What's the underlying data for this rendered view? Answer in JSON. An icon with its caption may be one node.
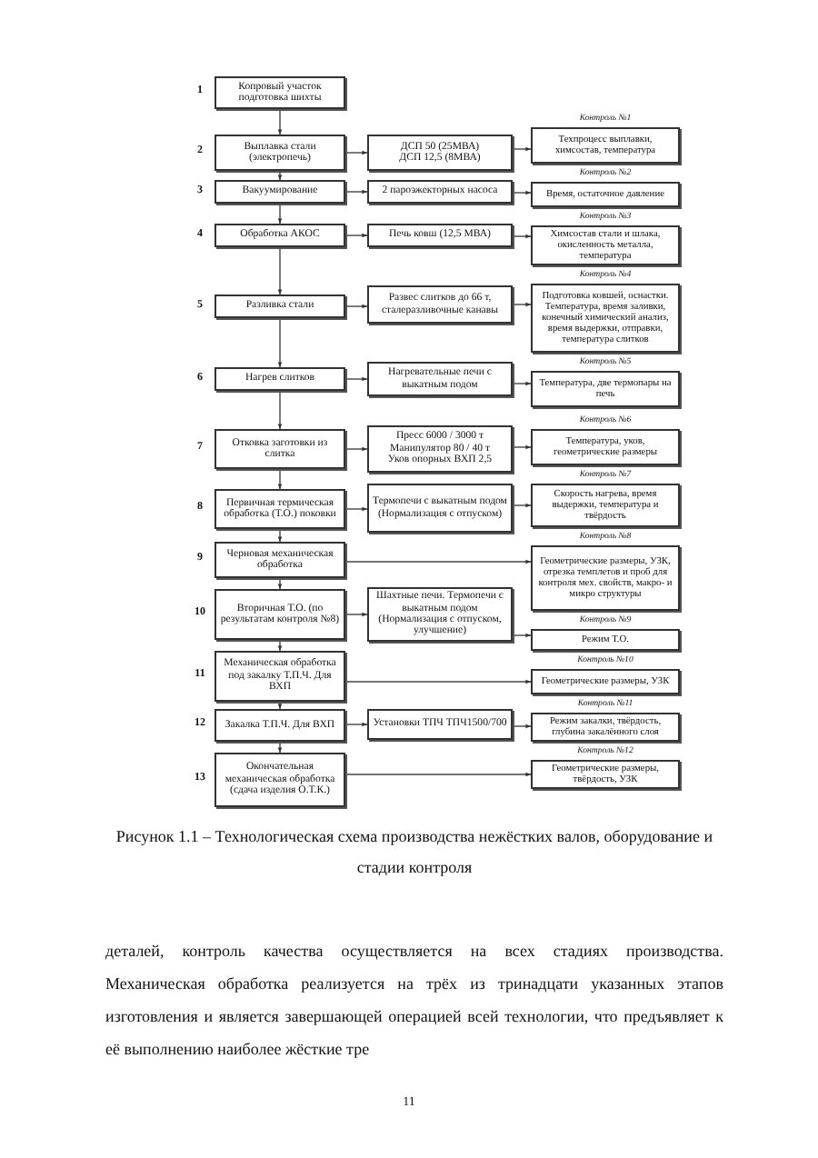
{
  "diagram": {
    "caption": "Рисунок 1.1 – Технологическая схема производства нежёстких валов, оборудование и стадии контроля",
    "nodes": [
      {
        "text": [
          "Копровый участок подготовка шихты"
        ],
        "beside": [
          "1"
        ]
      },
      {
        "text": [
          "Выплавка стали (электропечь)"
        ],
        "beside": [
          "2"
        ]
      },
      {
        "text": [
          "ДСП 50 (25МВА)",
          "ДСП 12,5 (8МВА)"
        ]
      },
      {
        "text": [
          "Техпроцесс выплавки, химсостав, температура"
        ],
        "beside": [
          "Контроль №1"
        ]
      },
      {
        "text": [
          "Вакуумирование"
        ],
        "beside": [
          "3"
        ]
      },
      {
        "text": [
          "2 пароэжекторных насоса"
        ]
      },
      {
        "text": [
          "Время, остаточное давление"
        ],
        "beside": [
          "Контроль №2"
        ]
      },
      {
        "text": [
          "Обработка АКОС"
        ],
        "beside": [
          "4"
        ]
      },
      {
        "text": [
          "Печь ковш (12,5 МВА)"
        ]
      },
      {
        "text": [
          "Химсостав стали и шлака, окисленность металла, температура"
        ],
        "beside": [
          "Контроль №3"
        ]
      },
      {
        "text": [
          "Разливка стали"
        ],
        "beside": [
          "5"
        ]
      },
      {
        "text": [
          "Развес слитков до 66 т, сталеразливочные канавы"
        ]
      },
      {
        "text": [
          "Подготовка ковшей, оснастки. Температура, время заливки, конечный химический анализ, время выдержки, отправки, температура слитков"
        ],
        "beside": [
          "Контроль №4"
        ]
      },
      {
        "text": [
          "Нагрев слитков"
        ],
        "beside": [
          "6"
        ]
      },
      {
        "text": [
          "Нагревательные печи с выкатным подом"
        ]
      },
      {
        "text": [
          "Температура, две термопары на печь"
        ],
        "beside": [
          "Контроль №5"
        ]
      },
      {
        "text": [
          "Отковка заготовки из слитка"
        ],
        "beside": [
          "7"
        ]
      },
      {
        "text": [
          "Пресс 6000 / 3000 т",
          "Манипулятор 80 / 40 т",
          "Уков опорных ВХП 2,5"
        ]
      },
      {
        "text": [
          "Температура, уков, геометрические размеры"
        ],
        "beside": [
          "Контроль №6"
        ]
      },
      {
        "text": [
          "Первичная термическая обработка (Т.О.) поковки"
        ],
        "beside": [
          "8"
        ]
      },
      {
        "text": [
          "Термопечи с выкатным подом",
          "(Нормализация с отпуском)"
        ]
      },
      {
        "text": [
          "Скорость нагрева, время выдержки, температура и твёрдость"
        ],
        "beside": [
          "Контроль №7"
        ]
      },
      {
        "text": [
          "Черновая механическая обработка"
        ],
        "beside": [
          "9"
        ]
      },
      {
        "text": [
          "Геометрические размеры, УЗК, отрезка темплетов и проб для контроля мех. свойств, макро- и микро структуры"
        ],
        "beside": [
          "Контроль №8"
        ]
      },
      {
        "text": [
          "Вторичная Т.О. (по результатам контроля №8)"
        ],
        "beside": [
          "10"
        ]
      },
      {
        "text": [
          "Шахтные печи. Термопечи с выкатным подом (Нормализация с отпуском, улучшение)"
        ]
      },
      {
        "text": [
          "Режим Т.О."
        ],
        "beside": [
          "Контроль №9"
        ]
      },
      {
        "text": [
          "Механическая обработка под закалку Т.П.Ч. Для ВХП"
        ],
        "beside": [
          "11"
        ]
      },
      {
        "text": [
          "Геометрические размеры, УЗК"
        ],
        "beside": [
          "Контроль №10"
        ]
      },
      {
        "text": [
          "Закалка Т.П.Ч. Для ВХП"
        ],
        "beside": [
          "12"
        ]
      },
      {
        "text": [
          "Установки ТПЧ ТПЧ1500/700"
        ]
      },
      {
        "text": [
          "Режим закалки, твёрдость, глубина закалённого слоя"
        ],
        "beside": [
          "Контроль №11"
        ]
      },
      {
        "text": [
          "Окончательная механическая обработка (сдача изделия О.Т.К.)"
        ],
        "beside": [
          "13"
        ]
      },
      {
        "text": [
          "Геометрические размеры, твёрдость, УЗК"
        ],
        "beside": [
          "Контроль №12"
        ]
      }
    ],
    "edges": [
      {
        "from": 0,
        "to": 1,
        "arrow": "to"
      },
      {
        "from": 1,
        "to": 2,
        "arrow": "to"
      },
      {
        "from": 2,
        "to": 3,
        "arrow": "to"
      },
      {
        "from": 1,
        "to": 4,
        "arrow": "to"
      },
      {
        "from": 4,
        "to": 5,
        "arrow": "to"
      },
      {
        "from": 5,
        "to": 6,
        "arrow": "to"
      },
      {
        "from": 4,
        "to": 7,
        "arrow": "to"
      },
      {
        "from": 7,
        "to": 8,
        "arrow": "to"
      },
      {
        "from": 8,
        "to": 9,
        "arrow": "to"
      },
      {
        "from": 7,
        "to": 10,
        "arrow": "to"
      },
      {
        "from": 10,
        "to": 11,
        "arrow": "to"
      },
      {
        "from": 11,
        "to": 12,
        "arrow": "to"
      },
      {
        "from": 10,
        "to": 13,
        "arrow": "to"
      },
      {
        "from": 13,
        "to": 14,
        "arrow": "to"
      },
      {
        "from": 14,
        "to": 15,
        "arrow": "to"
      },
      {
        "from": 13,
        "to": 16,
        "arrow": "to"
      },
      {
        "from": 16,
        "to": 17,
        "arrow": "to"
      },
      {
        "from": 17,
        "to": 18,
        "arrow": "to"
      },
      {
        "from": 16,
        "to": 19,
        "arrow": "to"
      },
      {
        "from": 19,
        "to": 20,
        "arrow": "to"
      },
      {
        "from": 20,
        "to": 21,
        "arrow": "to"
      },
      {
        "from": 19,
        "to": 22,
        "arrow": "to"
      },
      {
        "from": 22,
        "to": 23,
        "arrow": "to"
      },
      {
        "from": 22,
        "to": 24,
        "arrow": "to"
      },
      {
        "from": 24,
        "to": 25,
        "arrow": "to"
      },
      {
        "from": 25,
        "to": 26,
        "arrow": "to"
      },
      {
        "from": 24,
        "to": 27,
        "arrow": "to"
      },
      {
        "from": 27,
        "to": 28,
        "arrow": "to"
      },
      {
        "from": 27,
        "to": 29,
        "arrow": "to"
      },
      {
        "from": 29,
        "to": 30,
        "arrow": "to"
      },
      {
        "from": 30,
        "to": 31,
        "arrow": "to"
      },
      {
        "from": 29,
        "to": 32,
        "arrow": "to"
      },
      {
        "from": 32,
        "to": 33,
        "arrow": "to"
      }
    ],
    "labels": [
      "деталей, контроль качества осуществляется на всех стадиях производства. Механическая обработка реализуется на трёх из тринадцати указанных этапов изготовления и является завершающей операцией всей технологии, что предъявляет к её выполнению наиболее жёсткие тре",
      "11"
    ]
  }
}
